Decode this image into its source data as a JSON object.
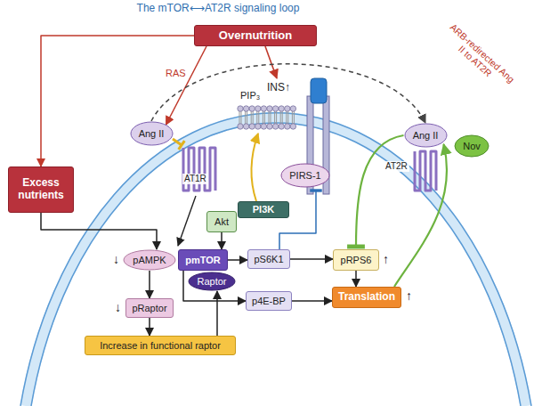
{
  "diagram": {
    "title": "The mTOR⟷AT2R signaling loop",
    "nodes": [
      {
        "text": [
          "Overnutrition"
        ]
      },
      {
        "text": [
          "Excess nutrients"
        ]
      },
      {
        "text": [
          "Ang II"
        ]
      },
      {
        "text": [
          "PIRS-1"
        ]
      },
      {
        "text": [
          "PI3K"
        ]
      },
      {
        "text": [
          "Akt"
        ]
      },
      {
        "text": [
          "Ang II"
        ]
      },
      {
        "text": [
          "Nov"
        ]
      },
      {
        "text": [
          "pAMPK"
        ]
      },
      {
        "text": [
          "pmTOR"
        ]
      },
      {
        "text": [
          "Raptor"
        ]
      },
      {
        "text": [
          "pS6K1"
        ]
      },
      {
        "text": [
          "p4E-BP"
        ]
      },
      {
        "text": [
          "pRPS6"
        ]
      },
      {
        "text": [
          "Translation"
        ]
      },
      {
        "text": [
          "pRaptor"
        ]
      },
      {
        "text": [
          "Increase in functional raptor"
        ]
      }
    ],
    "edges": [
      {
        "from": 0,
        "to": 1,
        "arrow": "to"
      },
      {
        "from": 0,
        "to": 2,
        "label": "RAS",
        "arrow": "to"
      },
      {
        "from": 2,
        "to": 6,
        "arrow": "to"
      },
      {
        "from": 1,
        "to": 8,
        "arrow": "to"
      },
      {
        "from": 5,
        "to": 9,
        "arrow": "to"
      },
      {
        "from": 8,
        "to": 15,
        "arrow": "to"
      },
      {
        "from": 15,
        "to": 16,
        "arrow": "to"
      },
      {
        "from": 16,
        "to": 10,
        "arrow": "to"
      },
      {
        "from": 9,
        "to": 11,
        "arrow": "to"
      },
      {
        "from": 9,
        "to": 12,
        "arrow": "to"
      },
      {
        "from": 11,
        "to": 13,
        "arrow": "to"
      },
      {
        "from": 13,
        "to": 14,
        "arrow": "to"
      },
      {
        "from": 12,
        "to": 14,
        "arrow": "to"
      },
      {
        "from": 11,
        "to": 3,
        "arrow": "to"
      },
      {
        "from": 14,
        "to": 6,
        "arrow": "to"
      },
      {
        "from": 6,
        "to": 13,
        "arrow": "to"
      }
    ],
    "labels": [
      "INS↑",
      "PIP₃",
      "AT1R",
      "AT2R",
      "ARB-redirected Ang II to AT2R",
      "↓",
      "↓",
      "↑",
      "↑"
    ]
  }
}
